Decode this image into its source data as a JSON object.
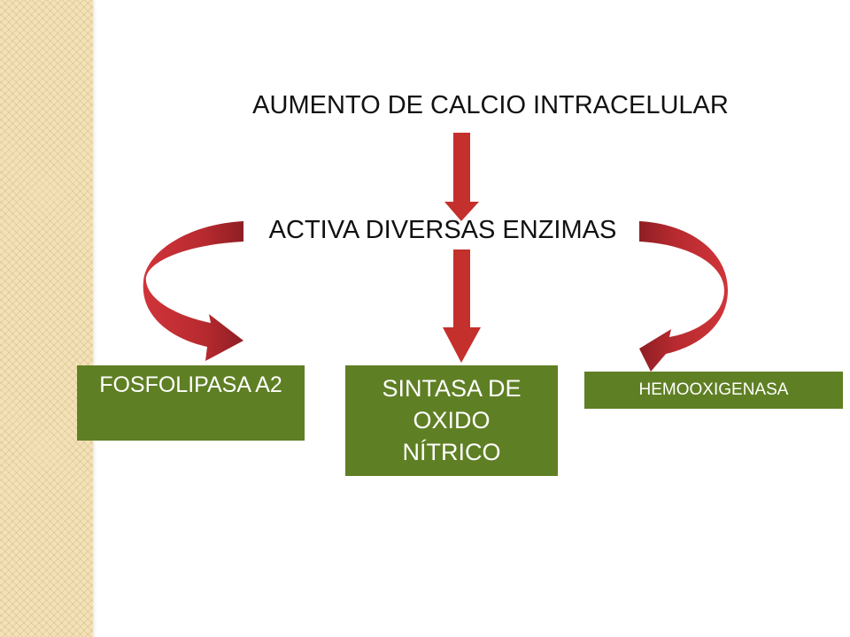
{
  "title": "AUMENTO DE CALCIO INTRACELULAR",
  "subtitle": "ACTIVA DIVERSAS ENZIMAS",
  "boxes": {
    "left": "FOSFOLIPASA A2",
    "center": "SINTASA DE OXIDO NÍTRICO",
    "right": "HEMOOXIGENASA"
  },
  "colors": {
    "box_green": "#5f7f24",
    "arrow_red": "#c4302b",
    "sidebar_beige": "#f3e2b8"
  }
}
